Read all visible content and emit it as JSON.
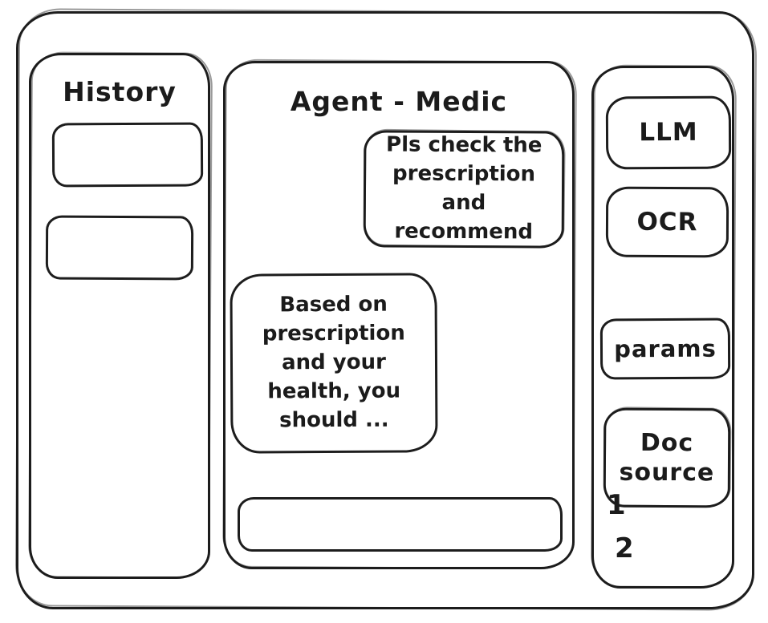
{
  "app": {
    "background": "#ffffff",
    "stroke_color": "#1d1d1d"
  },
  "history_panel": {
    "title": "History",
    "items": [
      {
        "label": ""
      },
      {
        "label": ""
      }
    ]
  },
  "chat_panel": {
    "title": "Agent - Medic",
    "messages": [
      {
        "role": "user",
        "text": "Pls check the\nprescription\nand recommend"
      },
      {
        "role": "assistant",
        "text": "Based on\nprescription\nand your\nhealth, you\nshould ..."
      }
    ],
    "input": {
      "value": "",
      "placeholder": ""
    }
  },
  "tools_panel": {
    "items": [
      {
        "label": "LLM"
      },
      {
        "label": "OCR"
      },
      {
        "label": "params"
      },
      {
        "label": "Doc source"
      }
    ],
    "annotations": [
      "1",
      "2"
    ]
  }
}
